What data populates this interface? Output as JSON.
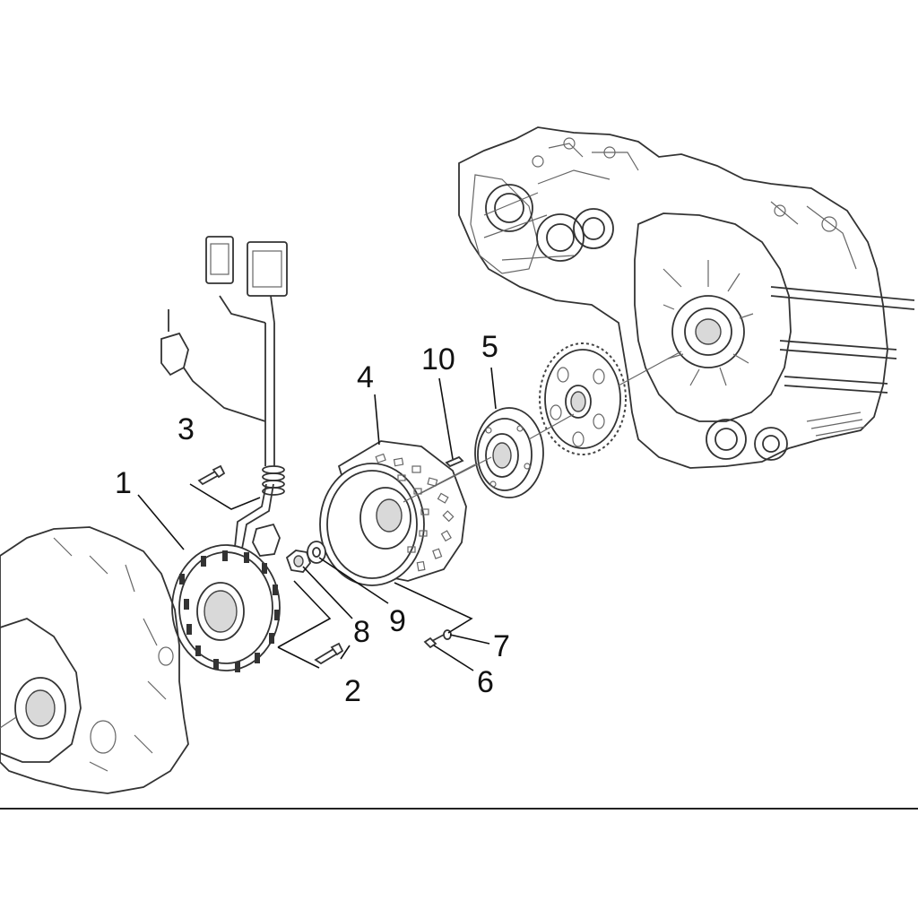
{
  "callouts": {
    "c1": "1",
    "c2": "2",
    "c3": "3",
    "c4": "4",
    "c5": "5",
    "c6": "6",
    "c7": "7",
    "c8": "8",
    "c9": "9",
    "c10": "10"
  },
  "colors": {
    "line": "#333333",
    "background": "#ffffff",
    "shade": "#d9d9d9"
  }
}
